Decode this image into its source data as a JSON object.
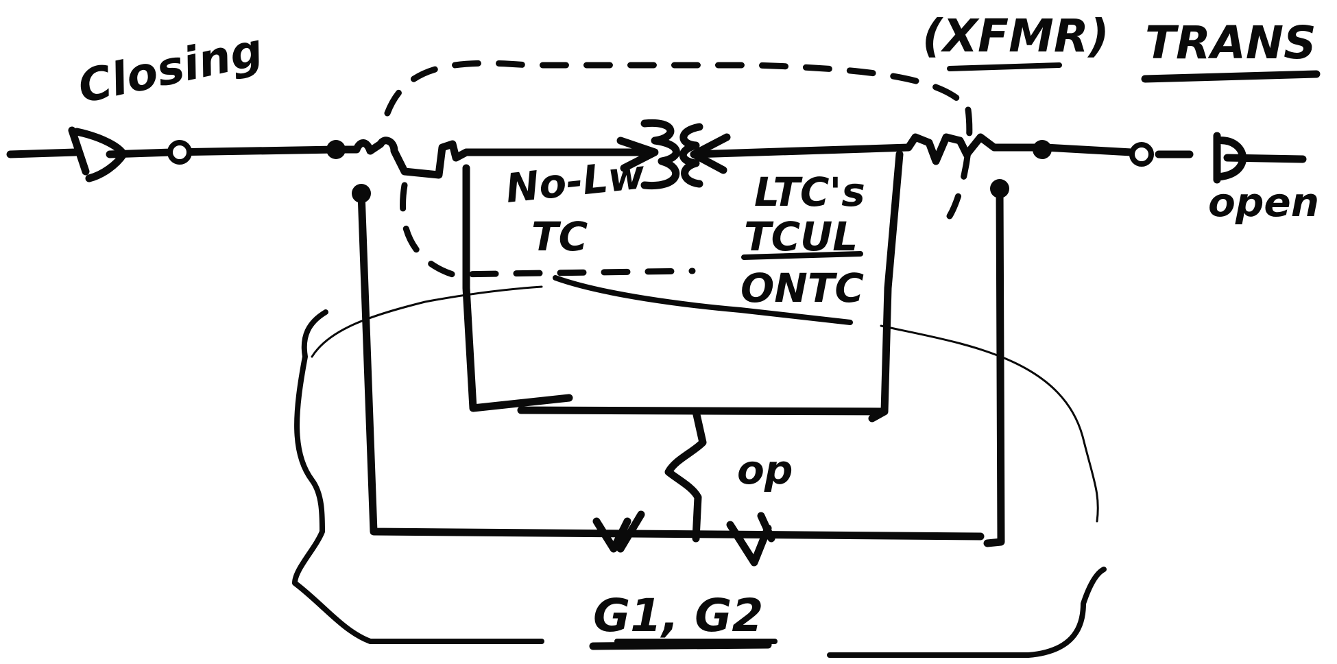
{
  "labels": {
    "closing": "Closing",
    "xfmr": "(XFMR)",
    "trans": "TRANS",
    "open": "open",
    "no_load_1": "No-Lw",
    "no_load_2": "TC",
    "ltc": "LTC's",
    "tcul": "TCUL",
    "ontc": "ONTC",
    "op": "op",
    "g1g2": "G1, G2"
  },
  "colors": {
    "ink": "#0a0a0a",
    "background": "#ffffff"
  }
}
